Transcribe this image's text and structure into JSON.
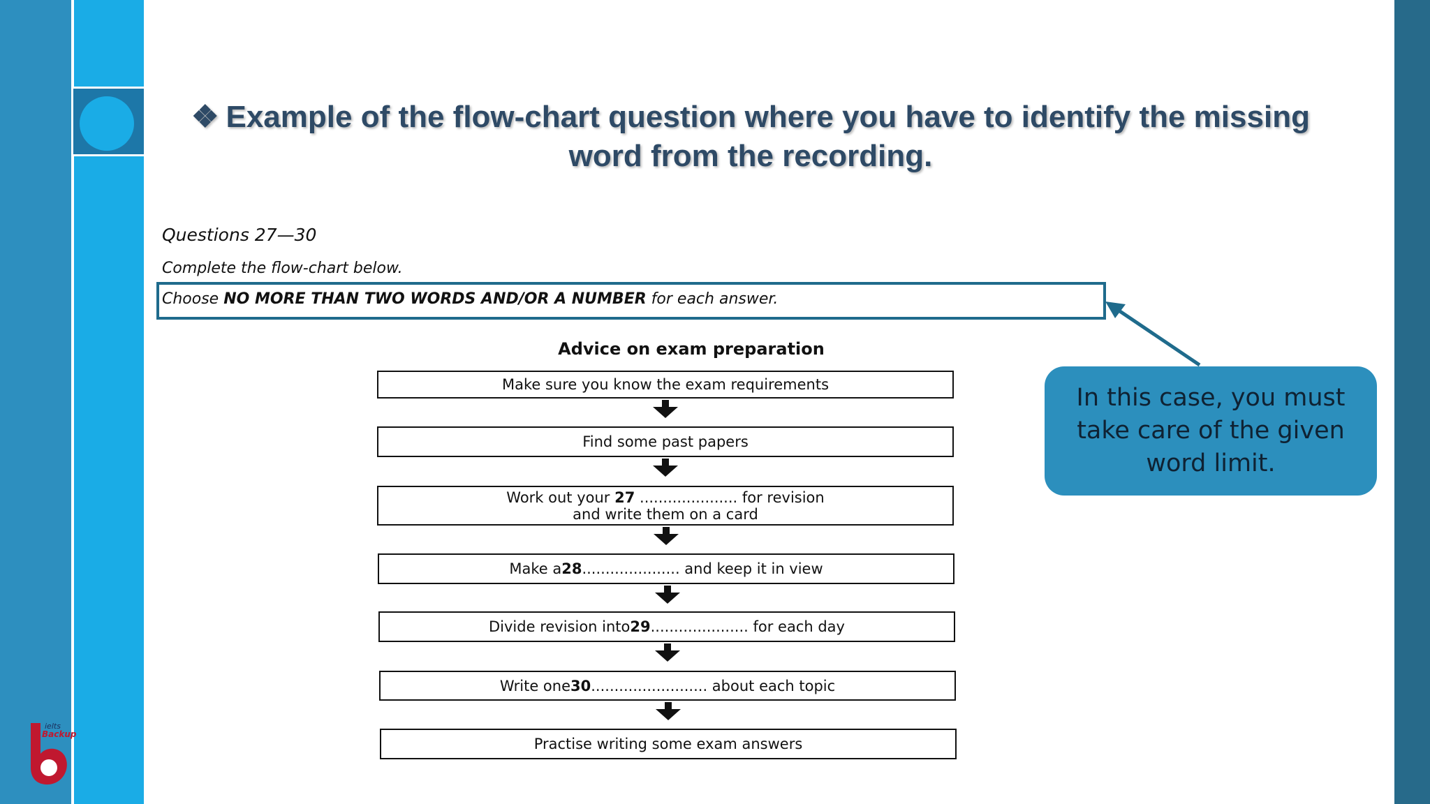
{
  "slide": {
    "title": "Example of the flow-chart question where you have to identify the missing word from the recording.",
    "title_bullet": "❖"
  },
  "question": {
    "heading": "Questions 27—30",
    "instruction": "Complete the flow-chart below.",
    "choose_prefix": "Choose ",
    "choose_bold": "NO MORE THAN TWO WORDS AND/OR A NUMBER",
    "choose_suffix": " for each answer."
  },
  "flowchart": {
    "title": "Advice on exam preparation",
    "steps": [
      {
        "pre": "Make sure you know the exam requirements",
        "num": "",
        "post": ""
      },
      {
        "pre": "Find some past papers",
        "num": "",
        "post": ""
      },
      {
        "pre": "Work out your ",
        "num": "27",
        "post": " ..................... for revision",
        "line2": "and write them on a card"
      },
      {
        "pre": "Make a ",
        "num": "28",
        "post": " ..................... and keep it in view"
      },
      {
        "pre": "Divide revision into ",
        "num": "29",
        "post": " ..................... for each day"
      },
      {
        "pre": "Write one ",
        "num": "30",
        "post": " ......................... about each topic"
      },
      {
        "pre": "Practise writing some exam answers",
        "num": "",
        "post": ""
      }
    ]
  },
  "callout": {
    "text": "In this case, you must take care of the given word limit."
  },
  "logo": {
    "text_top": "ielts",
    "text_bottom": "Backup",
    "letter": "b"
  },
  "colors": {
    "band_dark": "#2d8fbf",
    "band_light": "#1aace6",
    "title": "#2e4a66",
    "box_border": "#1f6b8c",
    "callout": "#2c8fbd",
    "logo_red": "#c0182f"
  }
}
